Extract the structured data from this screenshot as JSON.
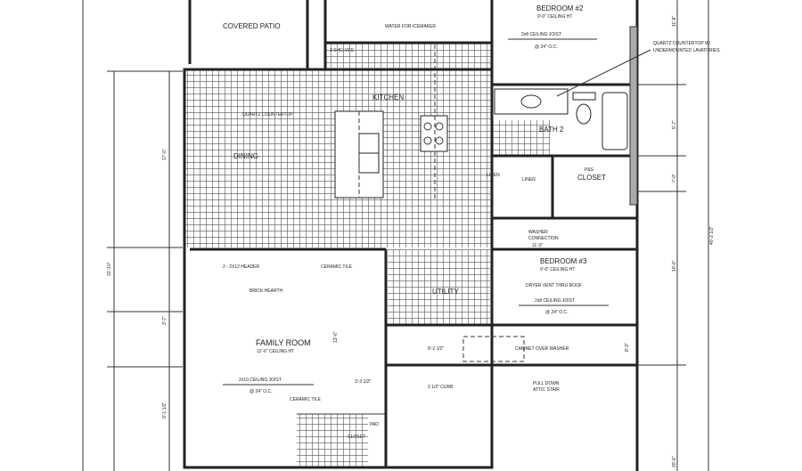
{
  "labels": {
    "covered_patio": "COVERED PATIO",
    "water_icemaker": "WATER FOR ICEMAKER",
    "shelves": "3 SHELVES",
    "kitchen": "KITCHEN",
    "dining": "DINING",
    "quartz_island": "QUARTZ COUNTERTOP",
    "bedroom2": "BEDROOM #2",
    "bedroom2_ceiling": "9'-0\" CEILING HT",
    "bedroom2_joist": "2x8 CEILING JOIST",
    "bedroom2_oc": "@ 24\" O.C.",
    "quartz_lav": "QUARTZ COUNTERTOP W/",
    "quartz_lav2": "UNDERMOUNTED LAVATORIES",
    "bath2": "BATH 2",
    "linen1": "LINEN",
    "linen2": "LINEN",
    "ps": "P&S",
    "closet": "CLOSET",
    "washer": "WASHER",
    "washer2": "CONNECTION",
    "bedroom3": "BEDROOM #3",
    "bedroom3_ceiling": "9'-0\" CEILING HT",
    "vent": "DRYER VENT THRU ROOF",
    "bedroom3_joist": "2x8 CEILING JOIST",
    "bedroom3_oc": "@ 24\" O.C.",
    "utility": "UTILITY",
    "header": "2 - 2X12 HEADER",
    "ceramic1": "CERAMIC TILE",
    "hearth": "BRICK HEARTH",
    "family": "FAMILY ROOM",
    "family_ceiling": "12'-6\" CEILING HT",
    "family_joist": "2x10 CEILING JOIST",
    "family_oc": "@ 24\" O.C.",
    "ceramic2": "CERAMIC TILE",
    "cabinet": "CABINET OVER WASHER",
    "attic": "PULL DOWN",
    "attic2": "ATTIC STAIR",
    "curb": "3 1/2\" CURB",
    "closet2": "CLOSET",
    "pad": "PAD"
  },
  "dimensions": {
    "left_overall": "31'-10\"",
    "left_dining": "17'-0\"",
    "left_family": "9'-1 1/2\"",
    "left_mid": "3'-7\"",
    "right_overall": "40'-2 1/2\"",
    "right_bed2": "11'-8\"",
    "right_bath": "5'-7\"",
    "right_closet": "7'-0\"",
    "right_bed3": "10'-6\"",
    "right_bottom": "20'-6\"",
    "garage_depth": "8'-2\"",
    "garage_width": "8'-2 1/2\"",
    "family_depth": "13'-6\"",
    "hall_width": "3'-3 1/2\"",
    "washer_dim": "11'-0\""
  },
  "colors": {
    "line": "#222222",
    "tile": "#555555",
    "background": "#ffffff"
  }
}
